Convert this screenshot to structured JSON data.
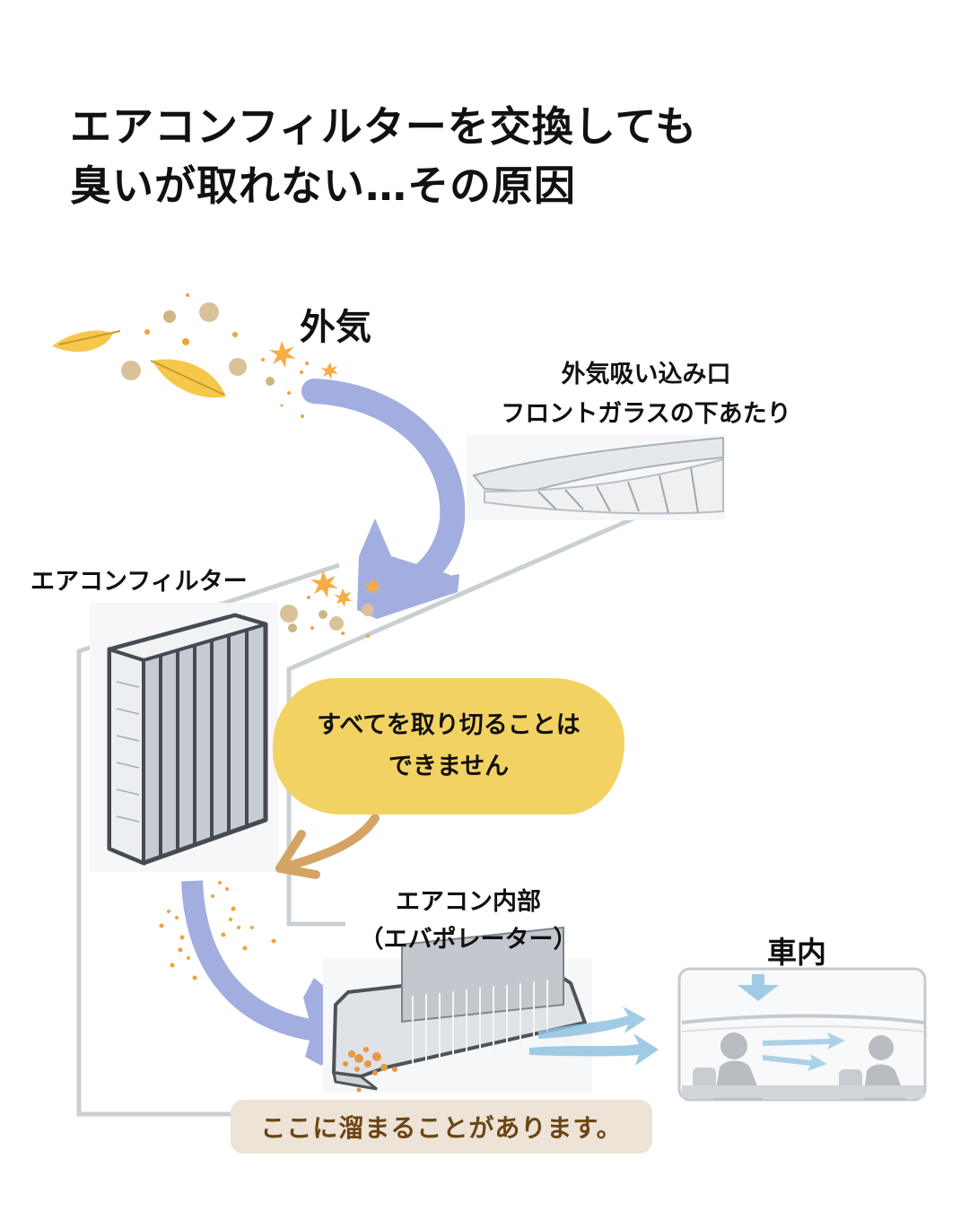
{
  "title": {
    "line1": "エアコンフィルターを交換しても",
    "line2": "臭いが取れない…その原因"
  },
  "labels": {
    "outside_air": "外気",
    "intake_line1": "外気吸い込み口",
    "intake_line2": "フロントガラスの下あたり",
    "ac_filter": "エアコンフィルター",
    "evaporator_line1": "エアコン内部",
    "evaporator_line2": "（エバポレーター）",
    "cabin": "車内"
  },
  "callout": {
    "line1": "すべてを取り切ることは",
    "line2": "できません"
  },
  "note": "ここに溜まることがあります。",
  "colors": {
    "flow_arrow": "#a3aee0",
    "callout_bg": "#f3d264",
    "callout_arrow": "#d4a464",
    "note_bg": "#ede3d6",
    "note_text": "#6b4514",
    "particle_orange": "#f2a13a",
    "particle_tan": "#d9c29a",
    "leaf": "#f5c84c",
    "duct_line": "#c9cfd3",
    "air_blue": "#8fc3e0"
  }
}
